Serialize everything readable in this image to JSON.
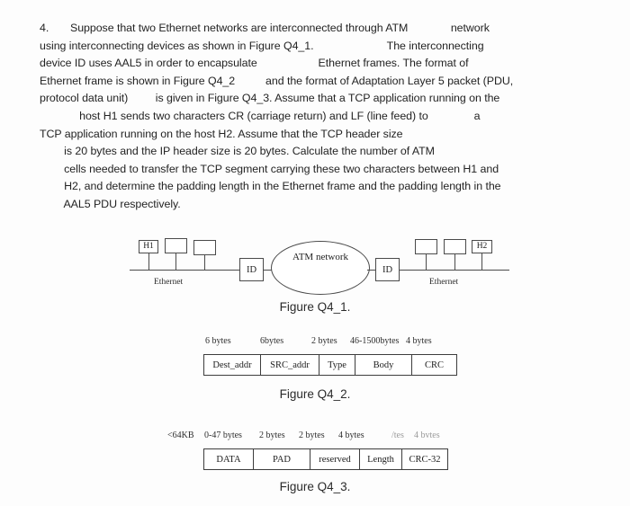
{
  "document": {
    "type": "exam-question-scan",
    "colors": {
      "page_background": "#fdfdfd",
      "body_text": "#232323",
      "line_stroke": "#4a4a4a",
      "faded_artifact": "#9a9a9a"
    }
  },
  "question": {
    "number": "4.",
    "lines": [
      "4.       Suppose that two Ethernet networks are interconnected through ATM              network",
      "using interconnecting devices as shown in Figure Q4_1.                        The interconnecting",
      "device ID uses AAL5 in order to encapsulate                    Ethernet frames. The format of",
      "Ethernet frame is shown in Figure Q4_2          and the format of Adaptation Layer 5 packet (PDU,",
      "protocol data unit)         is given in Figure Q4_3. Assume that a TCP application running on the",
      "             host H1 sends two characters CR (carriage return) and LF (line feed) to               a",
      "TCP application running on the host H2. Assume that the TCP header size",
      "        is 20 bytes and the IP header size is 20 bytes. Calculate the number of ATM",
      "        cells needed to transfer the TCP segment carrying these two characters between H1 and",
      "        H2, and determine the padding length in the Ethernet frame and the padding length in the",
      "        AAL5 PDU respectively."
    ]
  },
  "figure_q4_1": {
    "caption": "Figure Q4_1.",
    "cloud_label": "ATM network",
    "left_segment": {
      "network_label": "Ethernet",
      "hosts": [
        "H1",
        "",
        ""
      ]
    },
    "right_segment": {
      "network_label": "Ethernet",
      "hosts": [
        "",
        "",
        "H2"
      ]
    },
    "interconnect_devices": [
      "ID",
      "ID"
    ]
  },
  "figure_q4_2": {
    "caption": "Figure Q4_2.",
    "size_labels": [
      "6 bytes",
      "6bytes",
      "2 bytes",
      "46-1500bytes",
      "4 bytes"
    ],
    "fields": [
      "Dest_addr",
      "SRC_addr",
      "Type",
      "Body",
      "CRC"
    ]
  },
  "figure_q4_3": {
    "caption": "Figure Q4_3.",
    "size_labels": [
      "<64KB",
      "0-47 bytes",
      "2 bytes",
      "2 bytes",
      "4 bytes"
    ],
    "artifact_labels": [
      "/tes",
      "4 bvtes"
    ],
    "fields": [
      "DATA",
      "PAD",
      "reserved",
      "Length",
      "CRC-32"
    ]
  }
}
